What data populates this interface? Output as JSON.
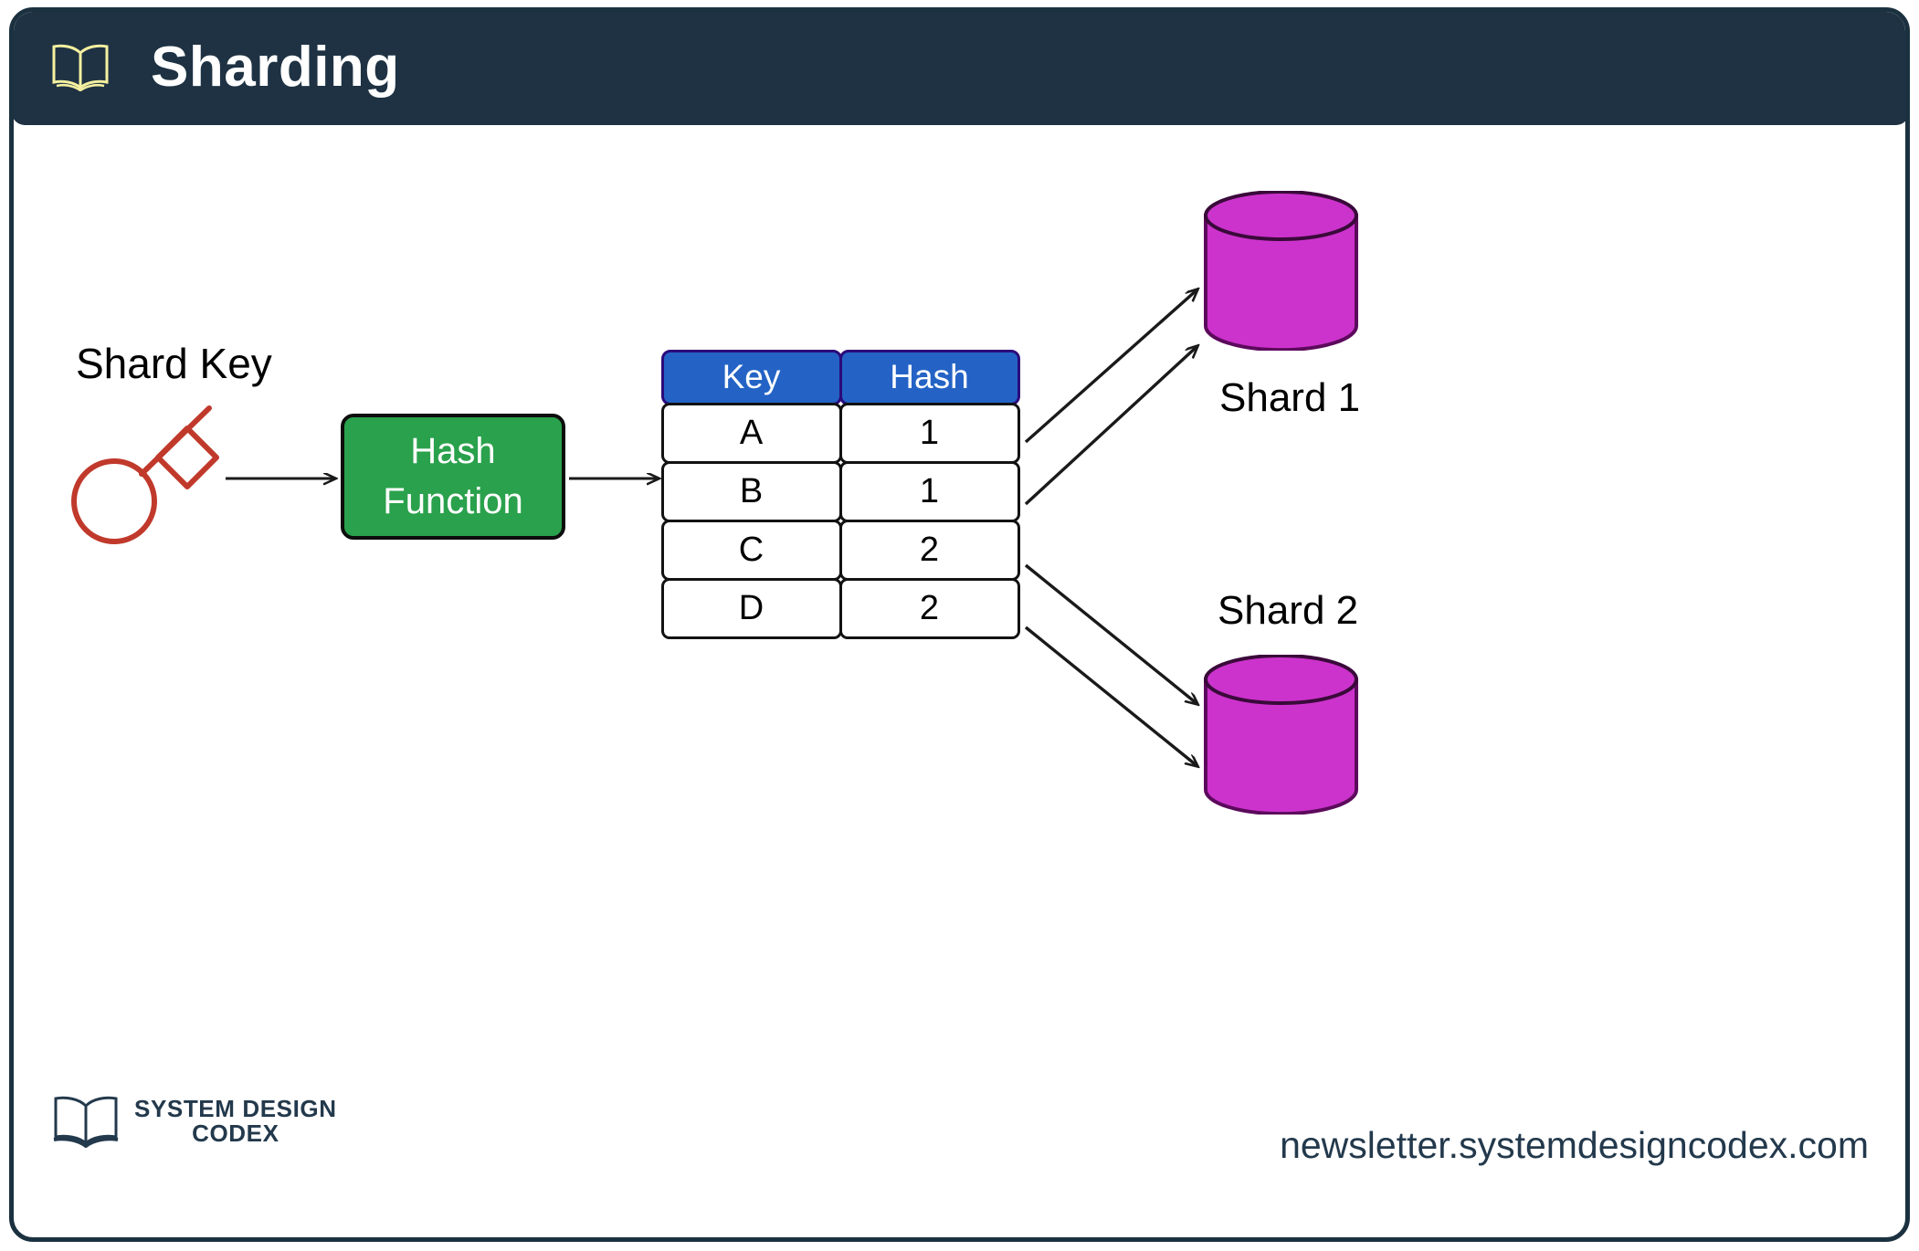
{
  "header": {
    "title": "Sharding",
    "icon": "open-book-icon",
    "background_color": "#1e3243",
    "title_color": "#ffffff",
    "icon_color": "#f5f0a0"
  },
  "diagram": {
    "shard_key": {
      "label": "Shard Key",
      "icon": "key-icon",
      "icon_color": "#c0392b"
    },
    "hash_function": {
      "line1": "Hash",
      "line2": "Function",
      "fill_color": "#2aa14c",
      "text_color": "#ffffff"
    },
    "table": {
      "headers": [
        "Key",
        "Hash"
      ],
      "header_fill": "#2463c5",
      "header_border": "#2b0a7a",
      "rows": [
        {
          "key": "A",
          "hash": "1"
        },
        {
          "key": "B",
          "hash": "1"
        },
        {
          "key": "C",
          "hash": "2"
        },
        {
          "key": "D",
          "hash": "2"
        }
      ]
    },
    "shards": [
      {
        "label": "Shard 1",
        "fill_color": "#cc33cc",
        "stroke_color": "#5c0a5c"
      },
      {
        "label": "Shard 2",
        "fill_color": "#cc33cc",
        "stroke_color": "#5c0a5c"
      }
    ],
    "arrow_color": "#1a1a1a"
  },
  "footer": {
    "logo_line_1": "SYSTEM DESIGN",
    "logo_line_2": "CODEX",
    "logo_icon": "open-book-icon",
    "logo_color": "#23394c",
    "url": "newsletter.systemdesigncodex.com"
  }
}
